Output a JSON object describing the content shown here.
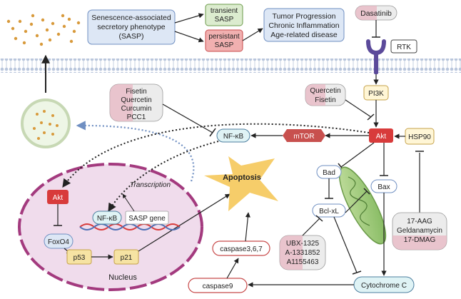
{
  "sasp": {
    "line1": "Senescence-associated",
    "line2": "secretory phenotype",
    "line3": "(SASP)",
    "transient_1": "transient",
    "transient_2": "SASP",
    "persistant_1": "persistant",
    "persistant_2": "SASP"
  },
  "outcomes": {
    "line1": "Tumor Progression",
    "line2": "Chronic Inflammation",
    "line3": "Age-related disease"
  },
  "drugs": {
    "dasatinib": "Dasatinib",
    "fisetin_group": [
      "Fisetin",
      "Quercetin",
      "Curcumin",
      "PCC1"
    ],
    "pi3k_inhibitors": [
      "Quercetin",
      "Fisetin"
    ],
    "bcl_inhibitors": [
      "UBX-1325",
      "A-1331852",
      "A1155463"
    ],
    "hsp90_inhibitors": [
      "17-AAG",
      "Geldanamycin",
      "17-DMAG"
    ]
  },
  "nodes": {
    "rtk": "RTK",
    "pi3k": "PI3K",
    "akt": "Akt",
    "hsp90": "HSP90",
    "mtor": "mTOR",
    "nfkb": "NF-κB",
    "bad": "Bad",
    "bax": "Bax",
    "bclxl": "Bcl-xL",
    "cytochrome_c": "Cytochrome C",
    "caspase9": "caspase9",
    "caspase367": "caspase3,6,7",
    "apoptosis": "Apoptosis"
  },
  "nucleus": {
    "label": "Nucleus",
    "akt": "Akt",
    "foxo4": "FoxO4",
    "p53": "p53",
    "p21": "p21",
    "nfkb": "NF-κB",
    "sasp_gene": "SASP gene",
    "transcription": "Transcription"
  },
  "colors": {
    "akt_red": "#d83b3b",
    "mtor_red": "#c8504e",
    "pink": "#e8b4c0",
    "drug_gray": "#ececec",
    "membrane_blue": "#aebfd6",
    "nucleus_fill": "#f0dcec",
    "nucleus_border": "#a33a7e",
    "yellow_box": "#f6e3a3",
    "blue_box": "#dde7f5",
    "green_box": "#dceccf"
  }
}
